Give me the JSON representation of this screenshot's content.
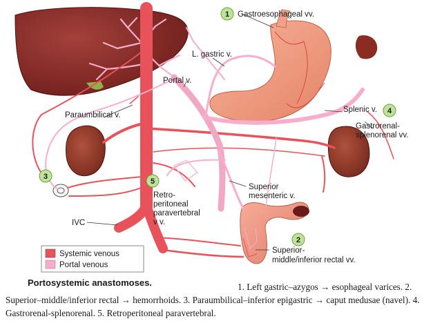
{
  "labels": {
    "gastroesophageal": "Gastroesophageal vv.",
    "l_gastric": "L. gastric v.",
    "portal": "Portal v.",
    "paraumbilical": "Paraumbilical v.",
    "splenic": "Splenic v.",
    "gastrorenal_1": "Gastrorenal-",
    "gastrorenal_2": "splenorenal vv.",
    "retro_1": "Retro-",
    "retro_2": "peritoneal",
    "retro_3": "paravertebral",
    "retro_4": "v v.",
    "sup_mes_1": "Superior",
    "sup_mes_2": "mesenteric v.",
    "ivc": "IVC",
    "rectal_1": "Superior-",
    "rectal_2": "middle/inferior rectal vv."
  },
  "numbers": [
    "1",
    "2",
    "3",
    "4",
    "5"
  ],
  "legend": {
    "systemic": "Systemic venous",
    "portal": "Portal venous",
    "systemic_color": "#e8525a",
    "portal_color": "#f7aecb"
  },
  "caption": {
    "title": "Portosystemic anastomoses.",
    "text": "1. Left gastric–azygos → esophageal varices. 2. Superior–middle/inferior rectal → hemorrhoids. 3. Paraumbilical–inferior epigastric → caput medusae (navel). 4. Gastrorenal-splenorenal. 5. Retroperitoneal paravertebral."
  }
}
